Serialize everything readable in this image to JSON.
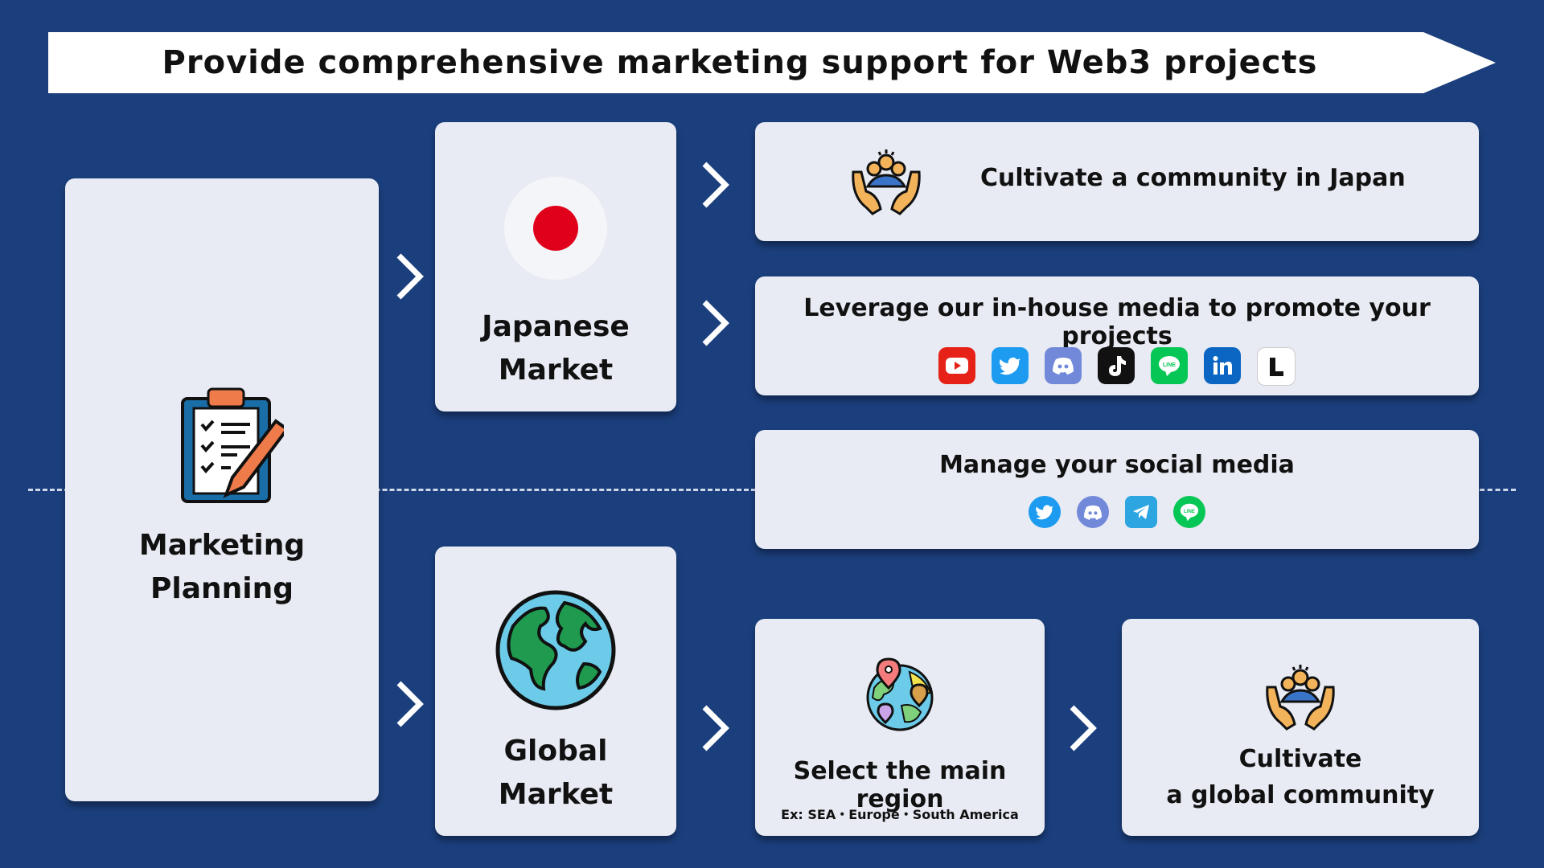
{
  "banner": {
    "title": "Provide comprehensive marketing support for Web3 projects"
  },
  "planning": {
    "line1": "Marketing",
    "line2": "Planning"
  },
  "japan": {
    "line1": "Japanese",
    "line2": "Market"
  },
  "global": {
    "line1": "Global",
    "line2": "Market"
  },
  "community_japan": {
    "label": "Cultivate a community in Japan"
  },
  "media": {
    "label": "Leverage our in-house media to promote your projects",
    "icons": [
      "youtube-icon",
      "twitter-icon",
      "discord-icon",
      "tiktok-icon",
      "line-icon",
      "linkedin-icon",
      "l-media-icon"
    ]
  },
  "social": {
    "label": "Manage your social media",
    "icons": [
      "twitter-icon",
      "discord-icon",
      "telegram-icon",
      "line-icon"
    ]
  },
  "region": {
    "label": "Select the main region",
    "sub": "Ex: SEA・Europe・South America"
  },
  "community_global": {
    "line1": "Cultivate",
    "line2": "a global community"
  },
  "colors": {
    "background": "#1b3f7d",
    "card": "#e8ebf3",
    "japan_red": "#e0001b"
  }
}
